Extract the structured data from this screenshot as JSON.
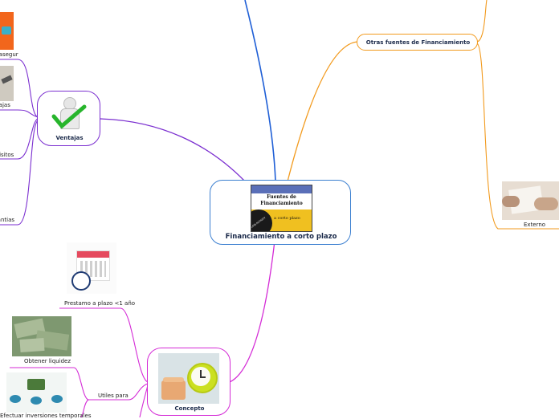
{
  "central": {
    "title": "Financiamiento a corto plazo",
    "image_caption_line1": "Fuentes de",
    "image_caption_line2": "Financiamiento",
    "image_caption_3": "a corto plazo",
    "image_caption_4": "LOW ACTIVITY"
  },
  "branches": {
    "otras": {
      "label": "Otras fuentes de Financiamiento",
      "externo": "Externo"
    },
    "ventajas": {
      "label": "Ventajas",
      "items": [
        "...asegur",
        "...ajas",
        "...uisitos",
        "...antias"
      ]
    },
    "concepto": {
      "label": "Concepto",
      "prestamo": "Prestamo a plazo <1 año",
      "liquidez": "Obtener liquidez",
      "utiles": "Utiles para",
      "inversiones": "Efectuar inversiones temporales"
    }
  },
  "colors": {
    "blue": "#1f5fd6",
    "orange": "#f29a1d",
    "purple": "#7b2fd0",
    "magenta": "#d42bd6",
    "central_border": "#3b7fd0"
  }
}
